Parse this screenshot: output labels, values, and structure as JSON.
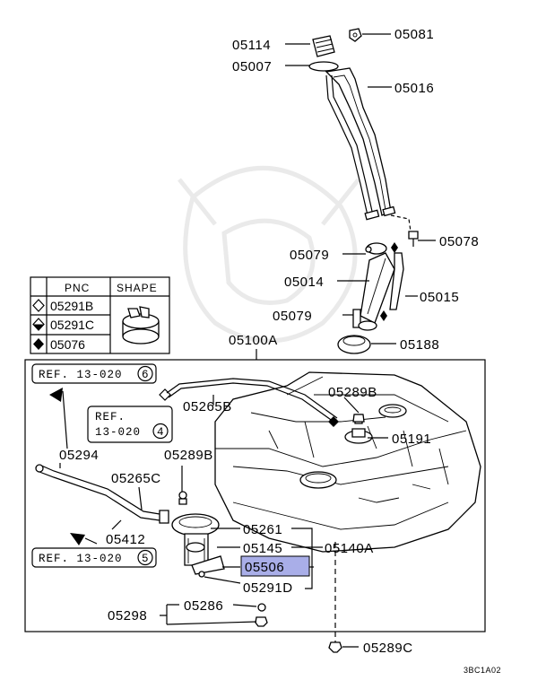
{
  "callouts": {
    "c05114": "05114",
    "c05007": "05007",
    "c05081": "05081",
    "c05016": "05016",
    "c05078": "05078",
    "c05079a": "05079",
    "c05014": "05014",
    "c05015": "05015",
    "c05079b": "05079",
    "c05188": "05188",
    "c05100A": "05100A",
    "c05289B_top": "05289B",
    "c05265B": "05265B",
    "c05191": "05191",
    "c05294": "05294",
    "c05289B_mid": "05289B",
    "c05265C": "05265C",
    "c05412": "05412",
    "c05261": "05261",
    "c05145": "05145",
    "c05140A": "05140A",
    "c05506": "05506",
    "c05291D": "05291D",
    "c05286": "05286",
    "c05298": "05298",
    "c05289C": "05289C"
  },
  "refs": {
    "ref1_text": "REF. 13-020",
    "ref1_num": "6",
    "ref2_line1": "REF.",
    "ref2_line2": "13-020",
    "ref2_num": "4",
    "ref3_text": "REF. 13-020",
    "ref3_num": "5"
  },
  "legend_table": {
    "header_pnc": "PNC",
    "header_shape": "SHAPE",
    "rows": [
      {
        "symbol": "open-diamond",
        "pnc": "05291B"
      },
      {
        "symbol": "half-filled-diamond",
        "pnc": "05291C"
      },
      {
        "symbol": "filled-diamond",
        "pnc": "05076"
      }
    ]
  },
  "highlight_color": "#a9aee8",
  "diagram_code": "3BC1A02"
}
